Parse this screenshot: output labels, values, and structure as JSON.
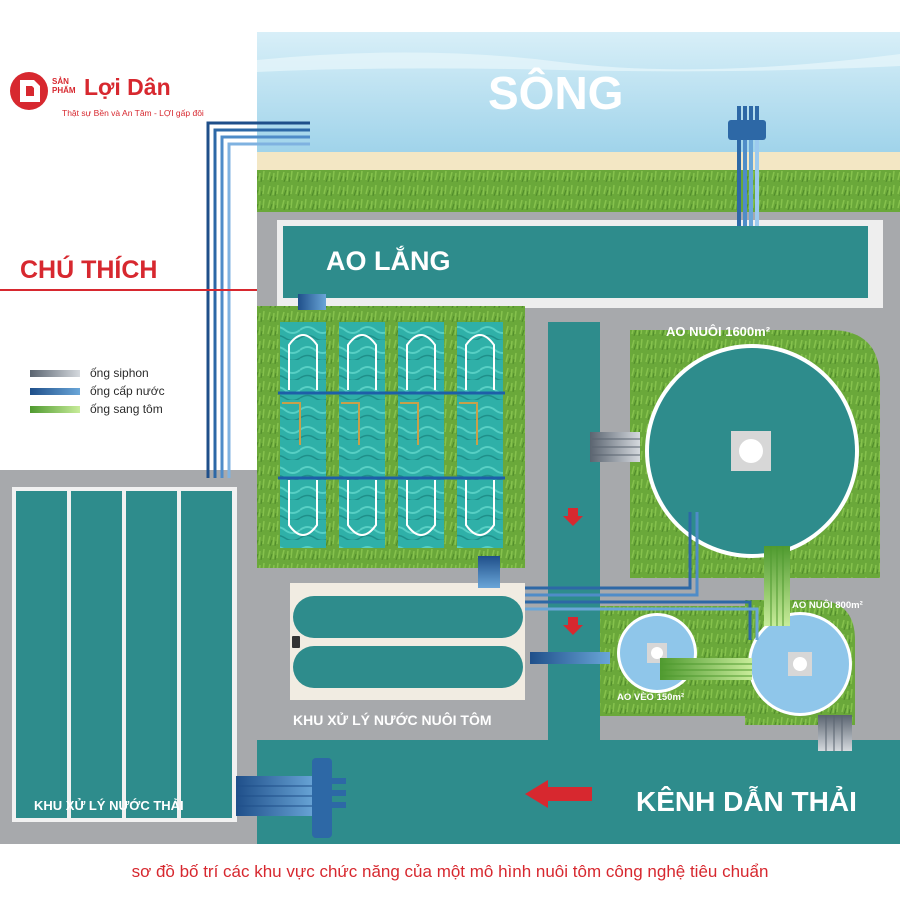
{
  "brand": {
    "small_top": "SẢN",
    "small_bottom": "PHẨM",
    "name": "Lợi Dân",
    "tagline": "Thật sự Bền và An Tâm - LỢI gấp đôi"
  },
  "legend": {
    "title": "CHÚ THÍCH",
    "items": [
      {
        "label": "ống siphon",
        "color": "#8f9aa6"
      },
      {
        "label": "ống cấp nước",
        "color": "#2f6aa6"
      },
      {
        "label": "ống sang tôm",
        "color": "#8cd05a"
      }
    ]
  },
  "areas": {
    "river": "SÔNG",
    "settling_pond": "AO LẮNG",
    "grow_pond_big": "AO NUÔI 1600m²",
    "grow_pond_small": "AO NUÔI 800m²",
    "nursery_pond": "AO VÈO 150m²",
    "shrimp_water_treatment": "KHU XỬ LÝ NƯỚC NUÔI TÔM",
    "waste_water_treatment": "KHU XỬ LÝ NƯỚC THẢI",
    "drain_canal": "KÊNH DẪN THẢI"
  },
  "caption": "sơ đồ bố trí các khu vực chức năng của một mô hình nuôi tôm công nghệ tiêu chuẩn",
  "colors": {
    "accent_red": "#d7282f",
    "pond_teal": "#2e8c8c",
    "river_blue": "#bfe3f2",
    "grass": "#6aa83a",
    "concrete": "#a7a9ac"
  }
}
